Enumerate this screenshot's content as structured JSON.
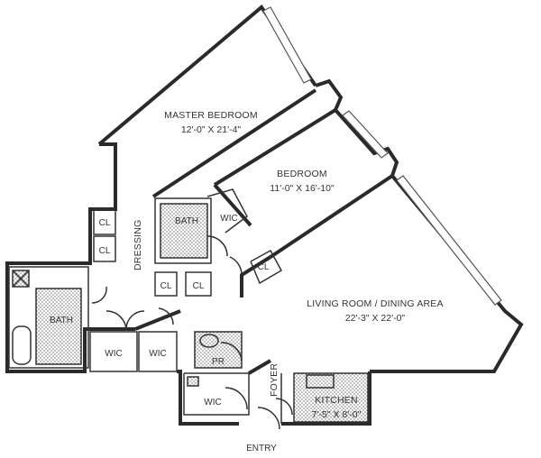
{
  "rooms": {
    "master_bedroom": {
      "label": "MASTER BEDROOM",
      "dims": "12'-0\" X 21'-4\""
    },
    "bedroom": {
      "label": "BEDROOM",
      "dims": "11'-0\" X 16'-10\""
    },
    "living": {
      "label": "LIVING ROOM / DINING AREA",
      "dims": "22'-3\" X 22'-0\""
    },
    "kitchen": {
      "label": "KITCHEN",
      "dims": "7'-5\" X 8'-0\""
    },
    "dressing": {
      "label": "DRESSING"
    },
    "bath_left": {
      "label": "BATH"
    },
    "bath_mid": {
      "label": "BATH"
    },
    "pr": {
      "label": "PR"
    },
    "foyer": {
      "label": "FOYER"
    },
    "entry": {
      "label": "ENTRY"
    },
    "wic_bath": {
      "label": "WIC"
    },
    "wic_left": {
      "label": "WIC"
    },
    "wic_mid": {
      "label": "WIC"
    },
    "wic_foyer": {
      "label": "WIC"
    },
    "cl_top": {
      "label": "CL"
    },
    "cl_mid": {
      "label": "CL"
    },
    "cl_bottom_left": {
      "label": "CL"
    },
    "cl_bottom_right": {
      "label": "CL"
    },
    "cl_bedroom": {
      "label": "CL"
    }
  }
}
